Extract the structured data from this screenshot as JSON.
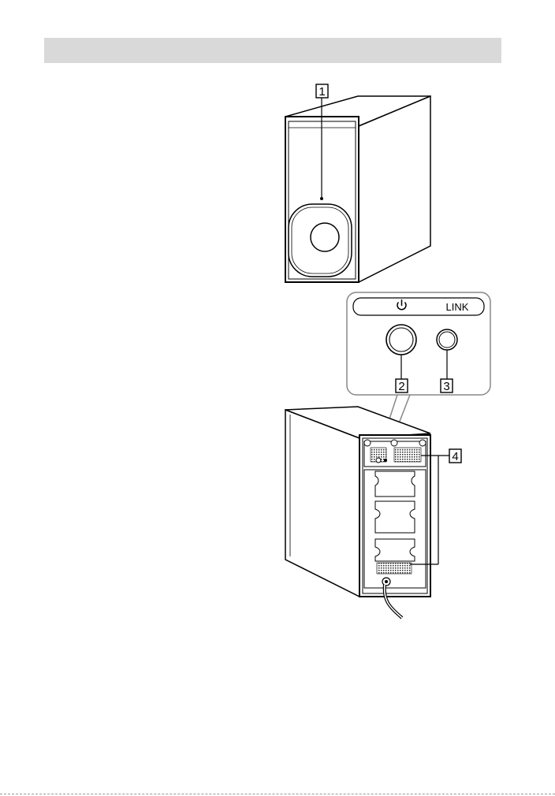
{
  "header": {
    "title": ""
  },
  "callouts": {
    "c1": "1",
    "c2": "2",
    "c3": "3",
    "c4": "4"
  },
  "panel": {
    "link_label": "LINK"
  }
}
